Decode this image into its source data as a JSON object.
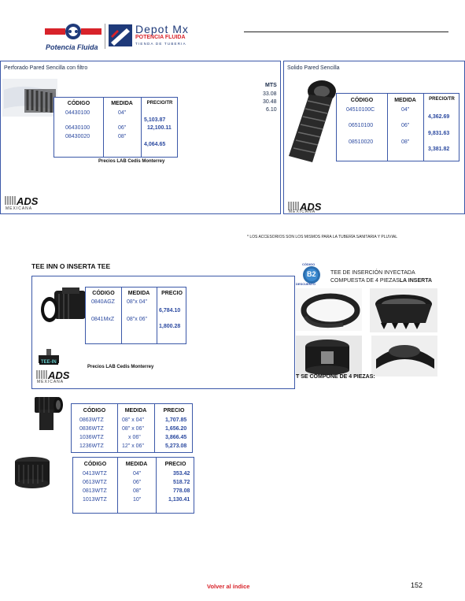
{
  "header": {
    "brand_left": "Potencia Fluida",
    "brand_right_title": "Depot Mx",
    "brand_right_sub1": "POTENCIA FLUIDA",
    "brand_right_sub2": "TIENDA DE TUBERIA"
  },
  "panel1": {
    "title": "Perforado Pared Sencilla con filtro",
    "headers": [
      "CÓDIGO",
      "MEDIDA",
      "PRECIO/TR"
    ],
    "codes": [
      "04430100",
      "06430100",
      "08430020"
    ],
    "medidas": [
      "04\"",
      "06\"",
      "08\""
    ],
    "prices": [
      "5,103.87",
      "12,100.11",
      "4,064.65"
    ],
    "mts_label": "MTS",
    "mts": [
      "33.08",
      "30.48",
      "6.10"
    ],
    "note": "Precios LAB Cedis Monterrey",
    "ads_label": "MEXICANA"
  },
  "panel2": {
    "title": "Solido Pared Sencilla",
    "headers": [
      "CÓDIGO",
      "MEDIDA",
      "PRECIO/TR"
    ],
    "codes": [
      "04510100C",
      "06510100",
      "08510020"
    ],
    "medidas": [
      "04\"",
      "06\"",
      "08\""
    ],
    "prices": [
      "4,362.69",
      "9,831.63",
      "3,381.82"
    ],
    "ads_label": "MEXICANA"
  },
  "accessories_note": "* LOS ACCESORIOS SON LOS MISMOS PARA LA TUBERÍA SANITARIA Y PLUVIAL",
  "tee": {
    "title": "TEE INN O INSERTA TEE",
    "headers": [
      "CÓDIGO",
      "MEDIDA",
      "PRECIO"
    ],
    "codes": [
      "0840AGZ",
      "0841MxZ"
    ],
    "medidas": [
      "08\"x 04\"",
      "08\"x 06\""
    ],
    "prices": [
      "6,784.10",
      "1,800.28"
    ],
    "note": "Precios LAB Cedis Monterrey",
    "teein_label": "TEE-IN",
    "ads_label": "MEXICANA"
  },
  "insertion": {
    "badge_top": "CÓDIGO",
    "badge_num": "B2",
    "badge_bottom": "DESCUENTO",
    "desc_line1": "TEE DE INSERCIÓN INYECTADA",
    "desc_line2_normal": "COMPUESTA DE 4 PIEZAS",
    "desc_line2_bold": "LA INSERTA",
    "footer": "T SE COMPONE DE 4 PIEZAS:"
  },
  "wtz": {
    "headers": [
      "CÓDIGO",
      "MEDIDA",
      "PRECIO"
    ],
    "codes": [
      "0863WTZ",
      "0836WTZ",
      "1036WTZ",
      "1236WTZ"
    ],
    "medidas": [
      "08\" x 04\"",
      "08\" x 06\"",
      "x 06\"",
      "12\" x 06\""
    ],
    "prices": [
      "1,707.85",
      "1,656.20",
      "3,866.45",
      "5,273.08"
    ]
  },
  "wtz2": {
    "headers": [
      "CÓDIGO",
      "MEDIDA",
      "PRECIO"
    ],
    "codes": [
      "0413WTZ",
      "0613WTZ",
      "0813WTZ",
      "1013WTZ"
    ],
    "medidas": [
      "04\"",
      "06\"",
      "08\"",
      "10\""
    ],
    "prices": [
      "353.42",
      "518.72",
      "778.08",
      "1,130.41"
    ]
  },
  "footer": {
    "back_link": "Volver al índice",
    "page_number": "152"
  },
  "colors": {
    "border": "#3b58a8",
    "value_blue": "#2c4aa0",
    "brand_red": "#d8232a",
    "brand_navy": "#1f3a7a"
  }
}
